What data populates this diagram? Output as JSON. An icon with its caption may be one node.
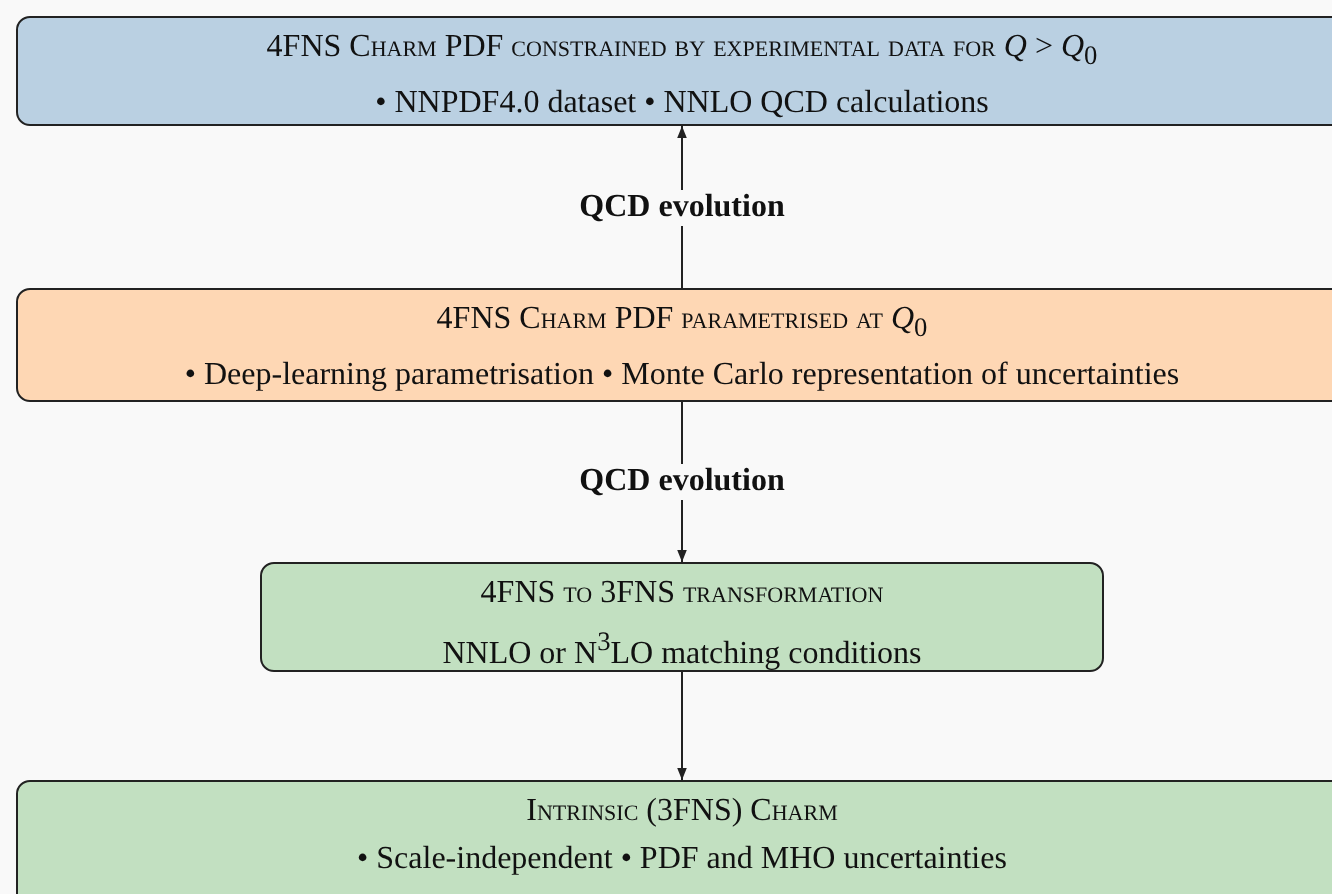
{
  "diagram": {
    "nodes": [
      {
        "text": [
          "4FNS Charm PDF constrained by experimental data for *Q* > *Q*$_{0}$",
          "• NNPDF4.0 dataset  • NNLO QCD calculations"
        ]
      },
      {
        "text": [
          "4FNS Charm PDF parametrised at *Q*$_{0}$",
          "• Deep-learning parametrisation • Monte Carlo representation of uncertainties"
        ]
      },
      {
        "text": [
          "4FNS to 3FNS transformation",
          "NNLO or N$^{3}$LO matching conditions"
        ]
      },
      {
        "text": [
          "Intrinsic (3FNS) Charm",
          "• Scale-independent • PDF and MHO uncertainties"
        ]
      }
    ],
    "edges": [
      {
        "from": 1,
        "to": 0,
        "arrow": "to",
        "label": "QCD evolution"
      },
      {
        "from": 1,
        "to": 2,
        "arrow": "to",
        "label": "QCD evolution"
      },
      {
        "from": 2,
        "to": 3,
        "arrow": "to"
      }
    ]
  }
}
